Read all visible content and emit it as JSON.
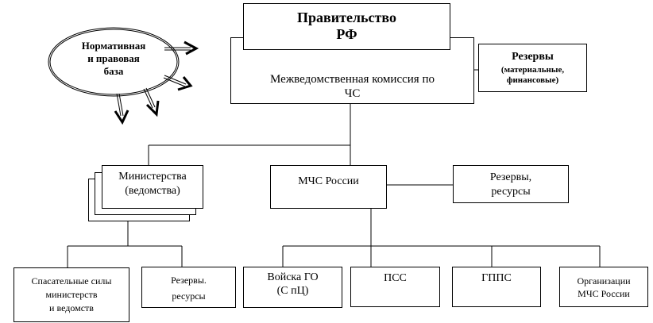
{
  "diagram": {
    "normative_base": {
      "lines": [
        "Нормативная",
        "и правовая",
        "база"
      ]
    },
    "government": {
      "lines": [
        "Правительство",
        "РФ"
      ]
    },
    "commission": {
      "lines": [
        "Межведомственная комиссия по",
        "ЧС"
      ]
    },
    "reserves_top": {
      "title": "Резервы",
      "lines": [
        "(материальные,",
        "финансовые)"
      ]
    },
    "ministries": {
      "lines": [
        "Министерства",
        "(ведомства)"
      ]
    },
    "mchs": {
      "lines": [
        "МЧС России"
      ]
    },
    "reserves_mid": {
      "lines": [
        "Резервы,",
        "ресурсы"
      ]
    },
    "bottom": {
      "rescue_forces": [
        "Спасательные силы",
        "министерств",
        "и ведомств"
      ],
      "reserves_low": [
        "Резервы.",
        "ресурсы"
      ],
      "civil_defense": [
        "Войска ГО",
        "(С пЦ)"
      ],
      "pss": [
        "ПСС"
      ],
      "gpps": [
        "ГППС"
      ],
      "organizations": [
        "Организации",
        "МЧС России"
      ]
    },
    "colors": {
      "line": "#000000",
      "background": "#ffffff"
    }
  }
}
